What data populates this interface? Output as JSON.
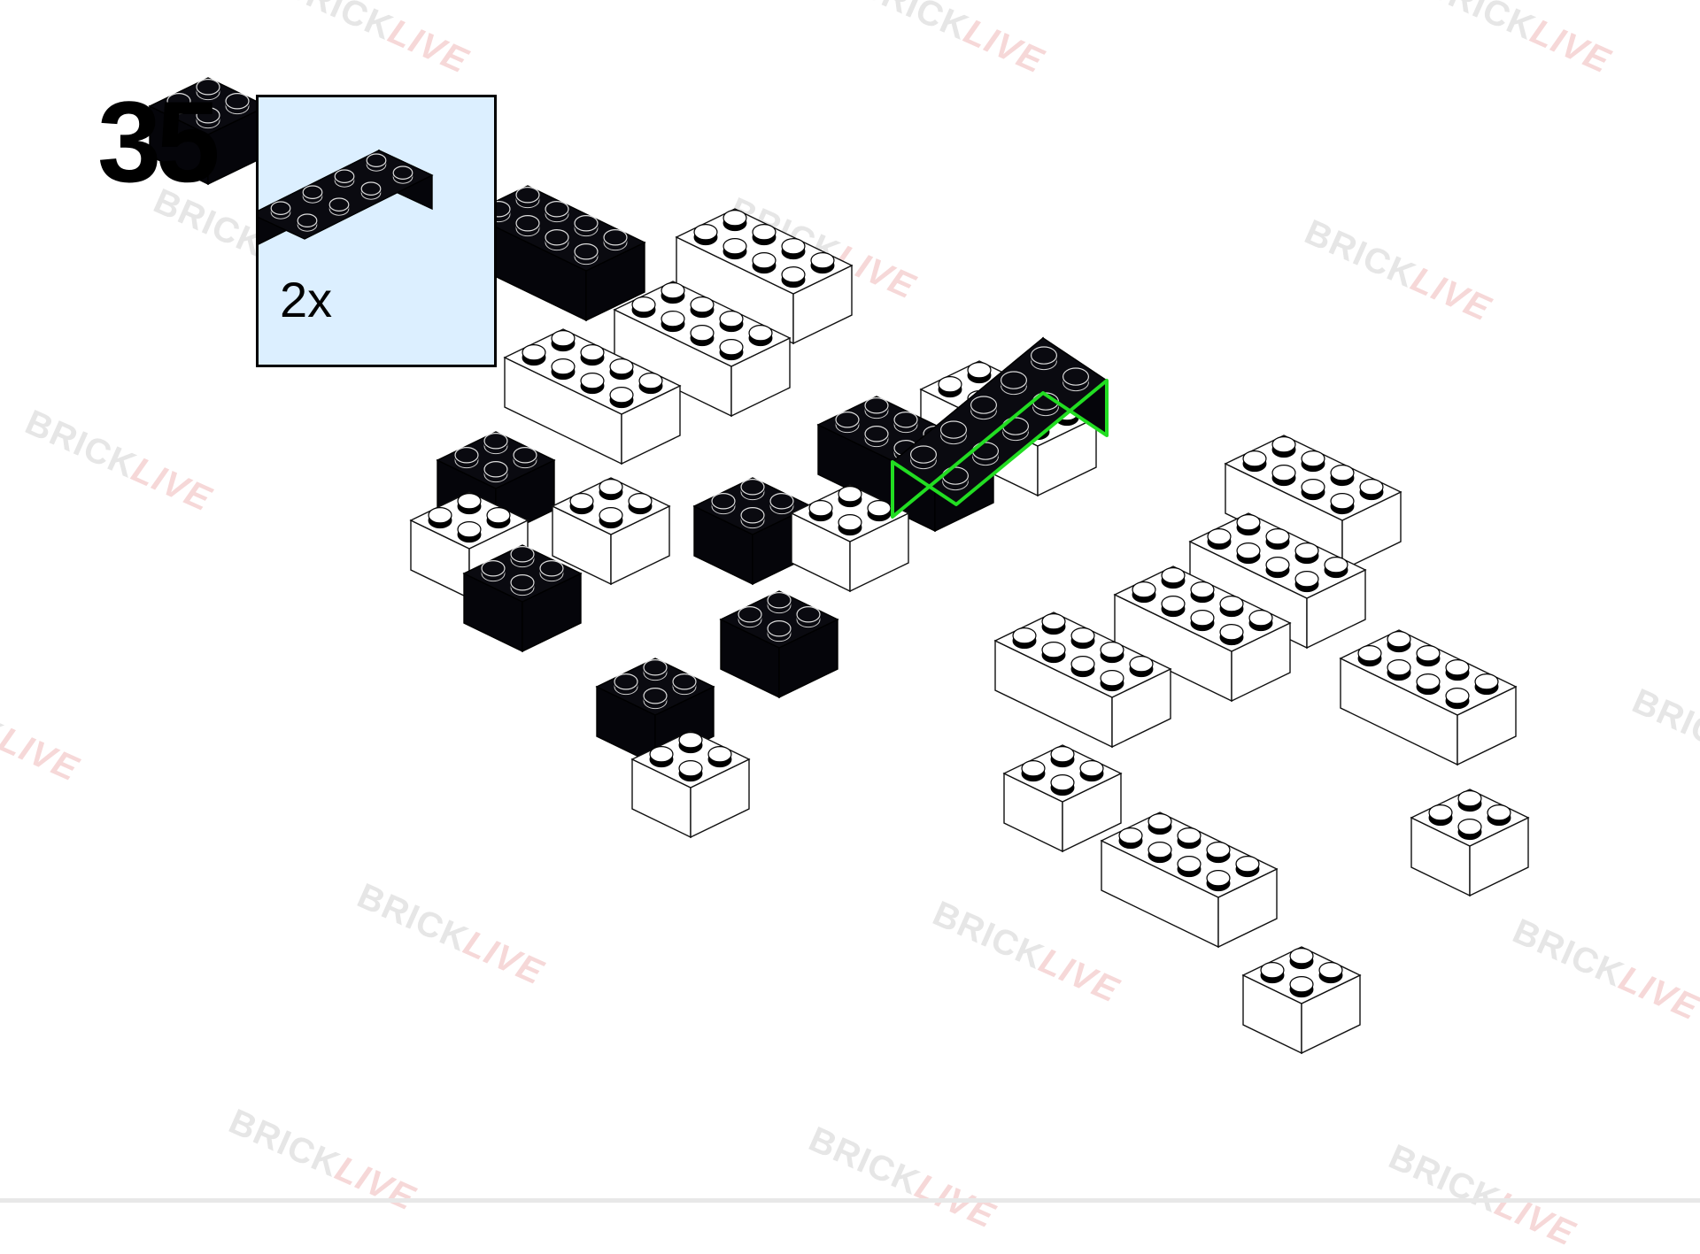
{
  "step": {
    "number": "35"
  },
  "callout": {
    "quantity": "2x",
    "part": "black-2x4-brick-icon"
  },
  "watermark": {
    "brand_a": "BRICK",
    "brand_b": "LIVE"
  },
  "colors": {
    "callout_bg": "#dcefff",
    "highlight": "#22dd22",
    "brick_black": "#0a0a10",
    "brick_white": "#ffffff",
    "watermark_red": "#d03030"
  }
}
